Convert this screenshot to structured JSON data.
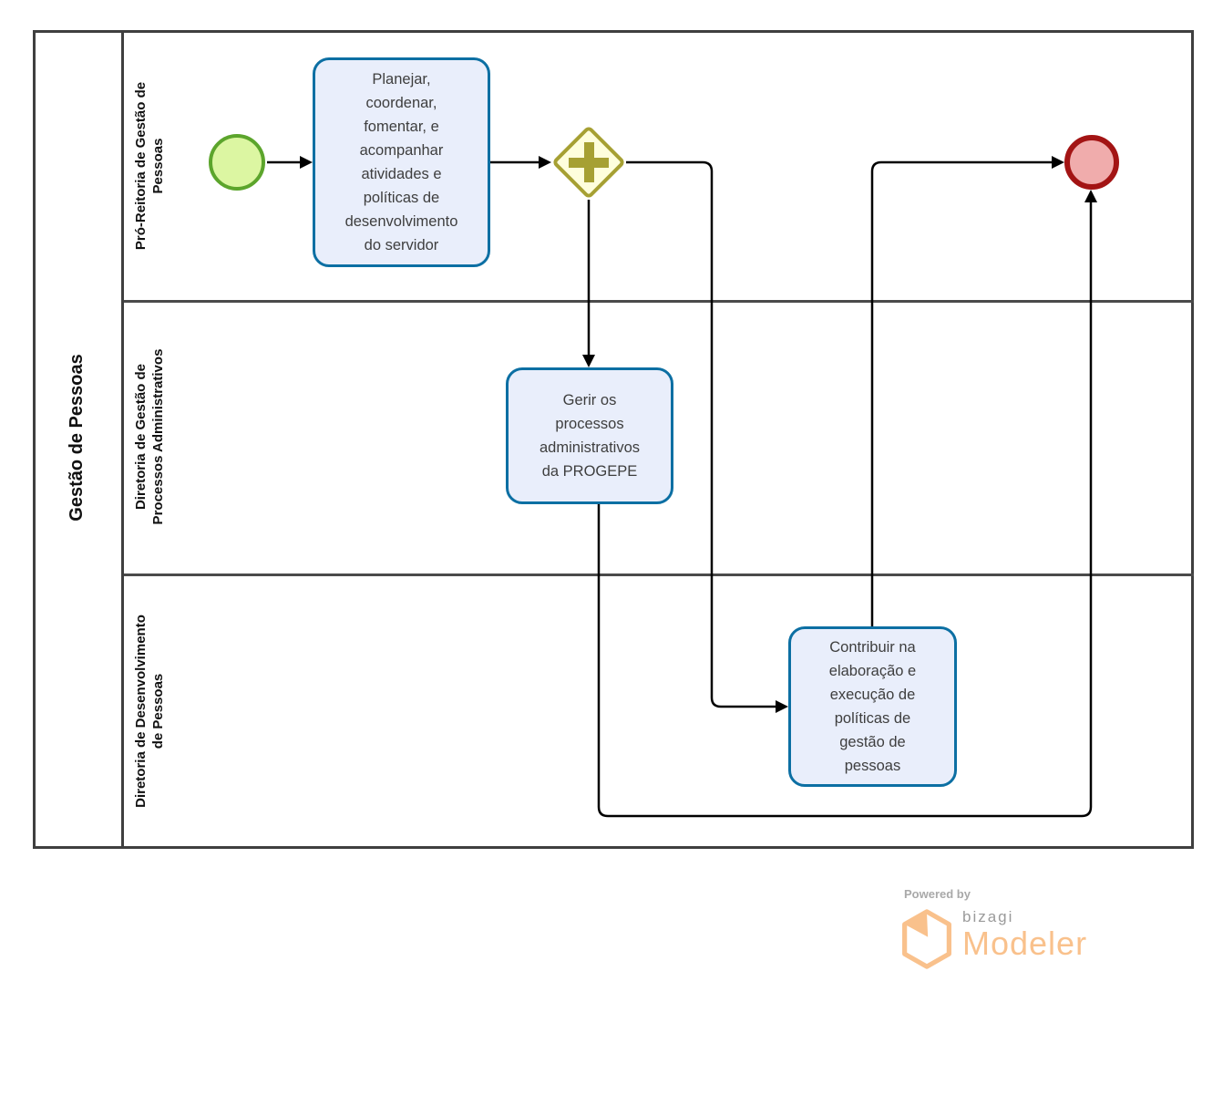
{
  "pool": {
    "title": "Gestão de Pessoas"
  },
  "lanes": [
    {
      "id": "pro-reitoria",
      "lines": [
        "Pró-Reitoria de Gestão de",
        "Pessoas"
      ]
    },
    {
      "id": "diretoria-processos",
      "lines": [
        "Diretoria de Gestão de",
        "Processos Administrativos"
      ]
    },
    {
      "id": "diretoria-desenvolvimento",
      "lines": [
        "Diretoria de Desenvolvimento",
        "de Pessoas"
      ]
    }
  ],
  "nodes": {
    "start_event": {
      "type": "start-event"
    },
    "task1": {
      "type": "task",
      "lines": [
        "Planejar,",
        "coordenar,",
        "fomentar, e",
        "acompanhar",
        "atividades e",
        "políticas de",
        "desenvolvimento",
        "do servidor"
      ]
    },
    "gateway": {
      "type": "parallel-gateway"
    },
    "task2": {
      "type": "task",
      "lines": [
        "Gerir os",
        "processos",
        "administrativos",
        "da PROGEPE"
      ]
    },
    "task3": {
      "type": "task",
      "lines": [
        "Contribuir na",
        "elaboração e",
        "execução de",
        "políticas de",
        "gestão de",
        "pessoas"
      ]
    },
    "end_event": {
      "type": "end-event"
    }
  },
  "flows": [
    {
      "from": "start_event",
      "to": "task1"
    },
    {
      "from": "task1",
      "to": "gateway"
    },
    {
      "from": "gateway",
      "to": "task2"
    },
    {
      "from": "gateway",
      "to": "task3"
    },
    {
      "from": "task3",
      "to": "end_event"
    },
    {
      "from": "task2",
      "to": "end_event"
    }
  ],
  "branding": {
    "powered_by": "Powered by",
    "brand": "bizagi",
    "product": "Modeler"
  },
  "colors": {
    "task_fill": "#e9eefb",
    "task_border": "#0c6fa3",
    "start_fill": "#dcf6a2",
    "start_border": "#5ca52c",
    "end_fill": "#f0acac",
    "end_border": "#a31414",
    "gateway_fill": "#fefedc",
    "gateway_border": "#a6a033",
    "flow_line": "#000000",
    "pool_border": "#3f3f3f",
    "brand_orange": "#f9c18c",
    "brand_gray": "#9a9a9a"
  }
}
